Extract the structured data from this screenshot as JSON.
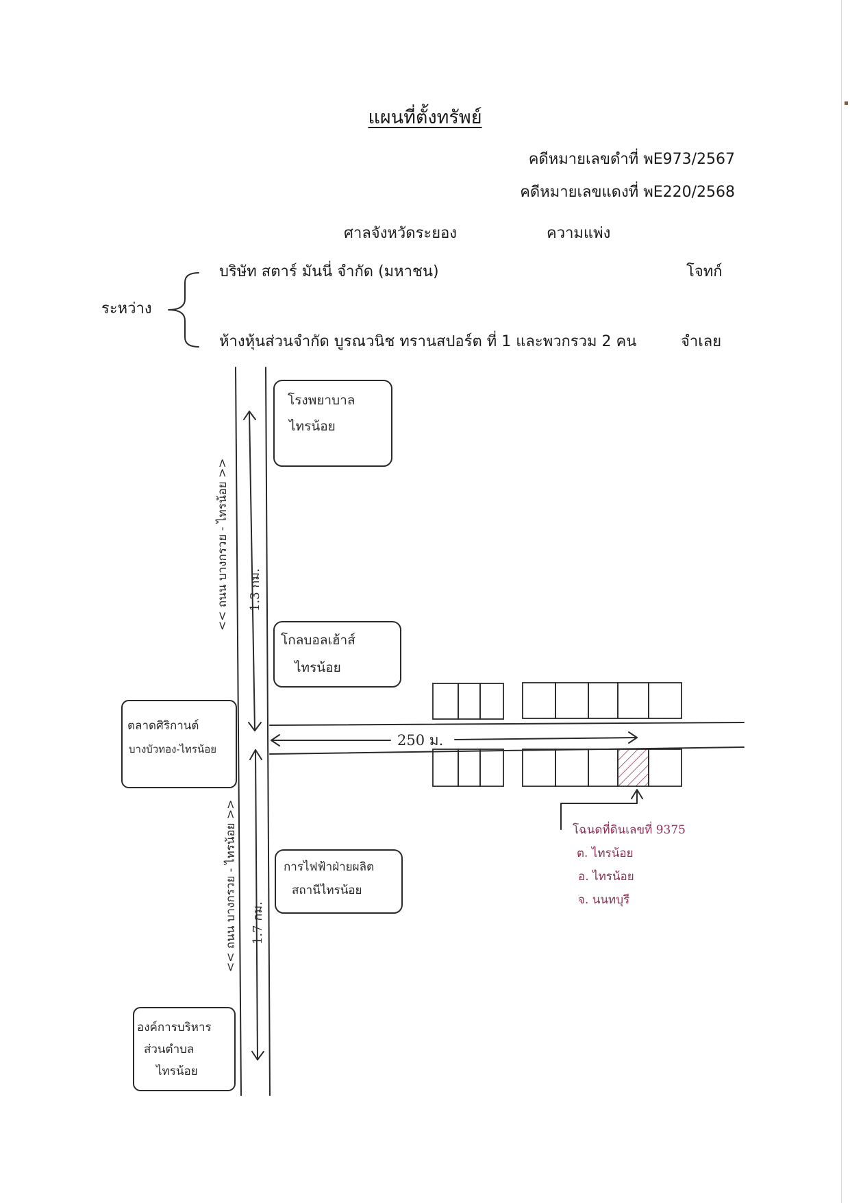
{
  "document": {
    "title": "แผนที่ตั้งทรัพย์",
    "black_case": "คดีหมายเลขดำที่   พE973/2567",
    "red_case": "คดีหมายเลขแดงที่ พE220/2568",
    "court": "ศาลจังหวัดระยอง",
    "case_type": "ความแพ่ง",
    "between_label": "ระหว่าง",
    "plaintiff": {
      "name": "บริษัท สตาร์ มันนี่ จำกัด (มหาชน)",
      "role": "โจทก์"
    },
    "defendant": {
      "name": "ห้างหุ้นส่วนจำกัด บูรณวนิช ทรานสปอร์ต ที่ 1 และพวกรวม 2 คน",
      "role": "จำเลย"
    }
  },
  "map": {
    "road_label_top": "<< ถนน บางกรวย - ไทรน้อย >>",
    "road_label_bottom": "<< ถนน บางกรวย - ไทรน้อย >>",
    "distance_north": "1.3 กม.",
    "distance_south": "1.7 กม.",
    "distance_side_road": "250 ม.",
    "landmarks": {
      "hospital": [
        "โรงพยาบาล",
        "ไทรน้อย"
      ],
      "golf": [
        "โกลบอลเฮ้าส์",
        "ไทรน้อย"
      ],
      "market": [
        "ตลาดศิริกานต์",
        "บางบัวทอง-ไทรน้อย"
      ],
      "electricity": [
        "การไฟฟ้าฝ่ายผลิต",
        "สถานีไทรน้อย"
      ],
      "sao": [
        "องค์การบริหาร",
        "ส่วนตำบล",
        "ไทรน้อย"
      ]
    },
    "property_note": [
      "โฉนดที่ดินเลขที่ 9375",
      "ต. ไทรน้อย",
      "อ. ไทรน้อย",
      "จ. นนทบุรี"
    ],
    "colors": {
      "ink": "#2a2a2a",
      "note_ink": "#8e2f55",
      "hatch": "#9c3a5e"
    }
  }
}
